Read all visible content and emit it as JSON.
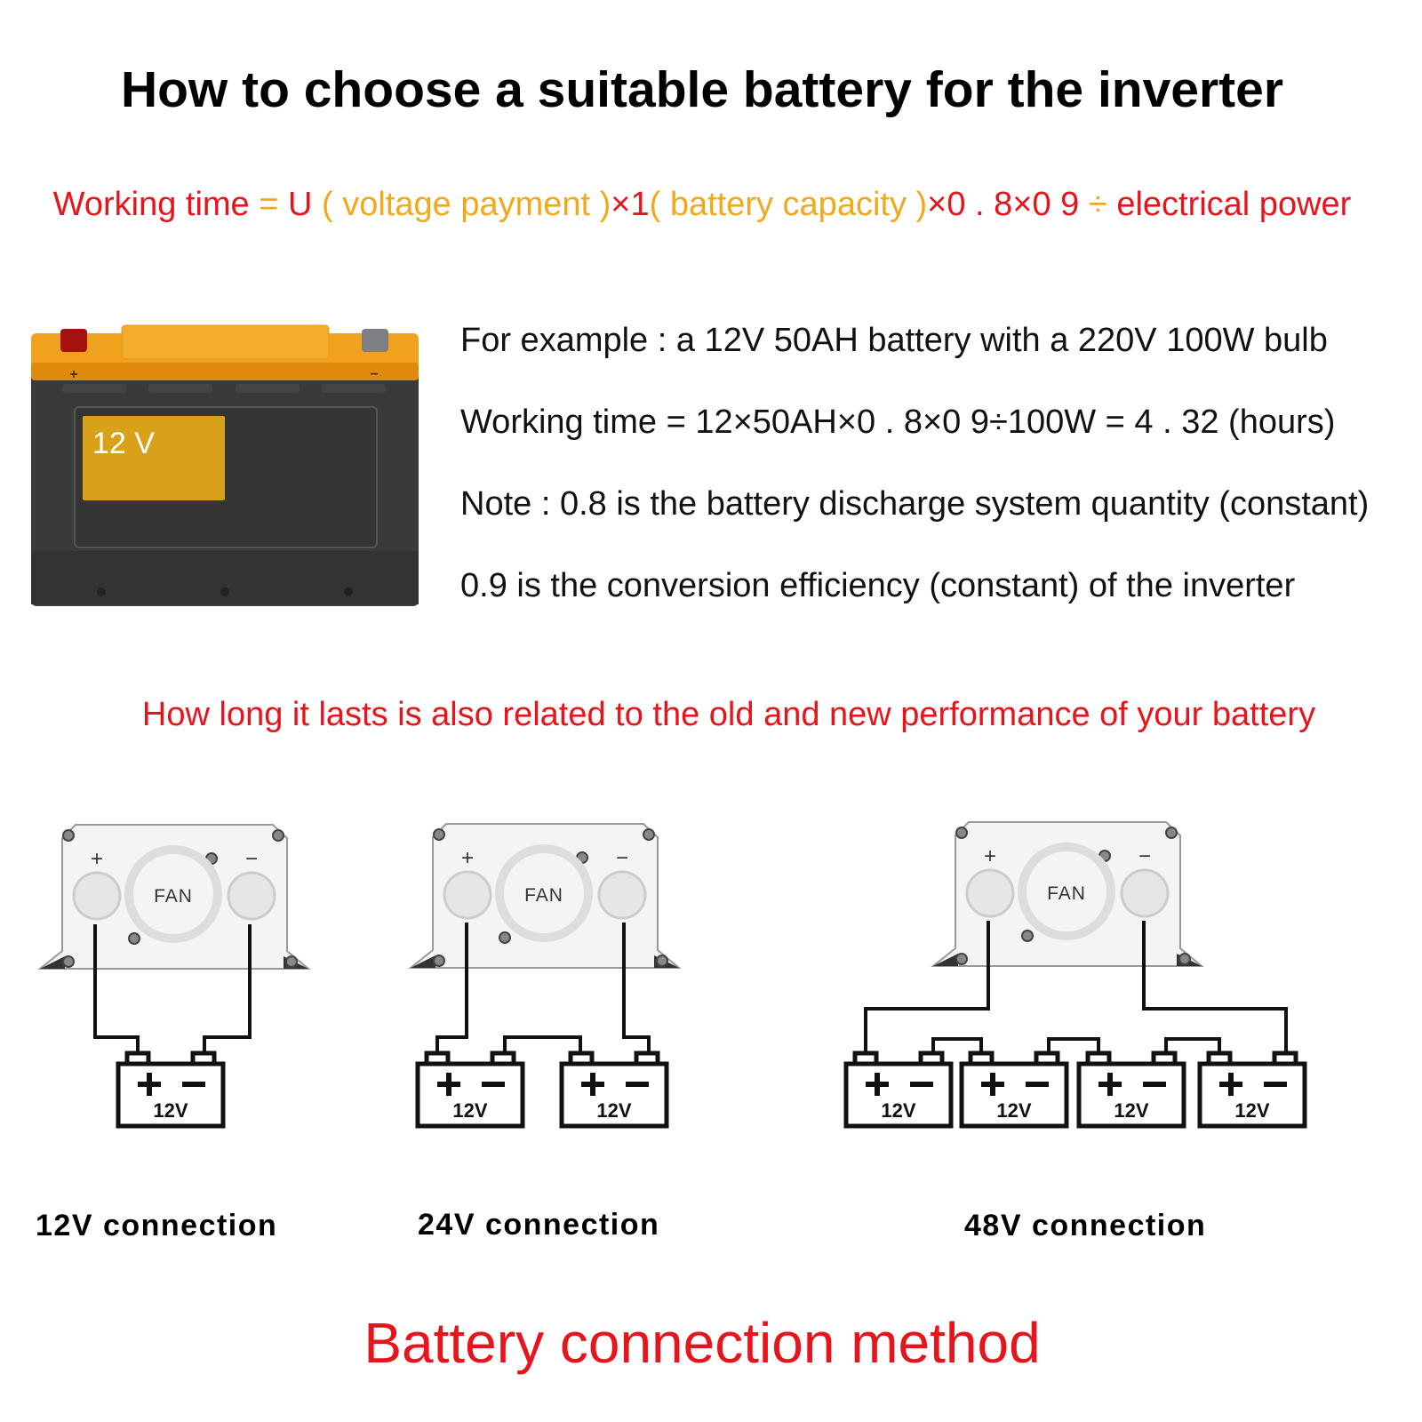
{
  "title": "How to choose a suitable battery for the inverter",
  "colors": {
    "red": "#e8141c",
    "orange": "#f2a81d",
    "battery_top": "#f0a21e",
    "battery_body": "#3a3a3a",
    "label_gold": "#d9a11a"
  },
  "formula": [
    {
      "text": "Working time ",
      "color": "#e8141c"
    },
    {
      "text": "= ",
      "color": "#f2a81d"
    },
    {
      "text": "U ",
      "color": "#e8141c"
    },
    {
      "text": "( voltage payment )",
      "color": "#f2a81d"
    },
    {
      "text": "×1",
      "color": "#e8141c"
    },
    {
      "text": "( battery capacity )",
      "color": "#f2a81d"
    },
    {
      "text": "×0 . 8×0 9 ",
      "color": "#e8141c"
    },
    {
      "text": "÷ ",
      "color": "#f2a81d"
    },
    {
      "text": "electrical power",
      "color": "#e8141c"
    }
  ],
  "battery_illustration": {
    "label": "12 V",
    "plus": "+",
    "minus": "−"
  },
  "example": {
    "line1": "For example : a 12V 50AH battery with a 220V 100W bulb",
    "line2": "Working time = 12×50AH×0 . 8×0 9÷100W = 4 . 32 (hours)",
    "line3": "Note : 0.8 is the battery discharge system quantity (constant)",
    "line4": "0.9 is the conversion efficiency (constant) of the inverter"
  },
  "note": "How long it lasts is also related to the old and new performance of your battery",
  "inverter": {
    "fan_label": "FAN",
    "plus": "+",
    "minus": "−"
  },
  "battery_symbol": {
    "voltage": "12V"
  },
  "connections": [
    {
      "label": "12V connection",
      "battery_count": 1
    },
    {
      "label": "24V connection",
      "battery_count": 2
    },
    {
      "label": "48V connection",
      "battery_count": 4
    }
  ],
  "footer": "Battery connection method"
}
